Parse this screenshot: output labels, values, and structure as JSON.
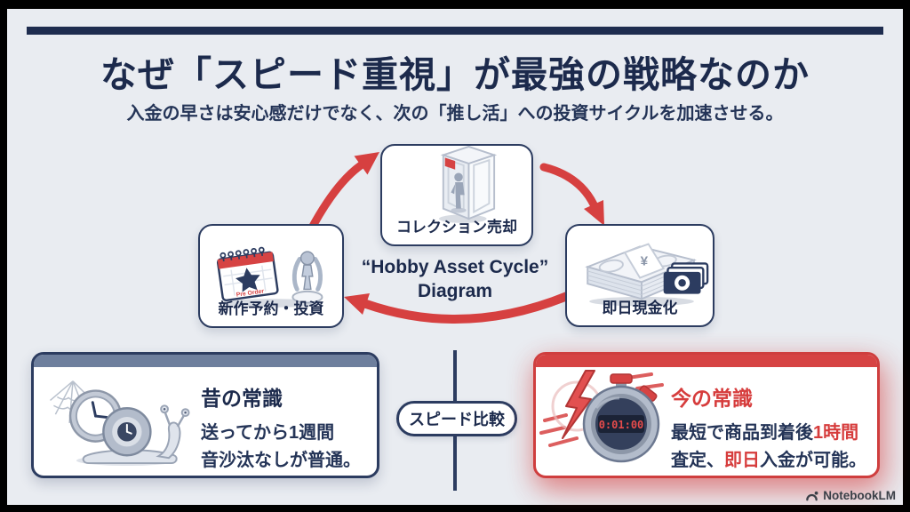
{
  "header": {
    "title": "なぜ「スピード重視」が最強の戦略なのか",
    "subtitle": "入金の早さは安心感だけでなく、次の「推し活」への投資サイクルを加速させる。"
  },
  "cycle": {
    "center_title": "“Hobby Asset Cycle”",
    "center_subtitle": "Diagram",
    "top_node": {
      "label": "コレクション売却"
    },
    "right_node": {
      "label": "即日現金化"
    },
    "left_node": {
      "label": "新作予約・投資"
    },
    "calendar_text": "Pre Order",
    "money_band_symbol": "¥"
  },
  "comparison": {
    "badge_label": "スピード比較",
    "old_box": {
      "heading": "昔の常識",
      "line1": "送ってから1週間",
      "line2": "音沙汰なしが普通。"
    },
    "new_box": {
      "heading": "今の常識",
      "line1_normal": "最短で商品到着後",
      "line1_emphasis": "1時間",
      "line2_normal_a": "査定、",
      "line2_emphasis": "即日",
      "line2_normal_b": "入金が可能。",
      "stopwatch_display": "0:01:00"
    }
  },
  "footer": {
    "brand": "NotebookLM"
  },
  "colors": {
    "background": "#e9ecf1",
    "navy": "#1c2a4c",
    "red": "#d64040",
    "slate_header": "#6e7f9d",
    "card_white": "#ffffff"
  }
}
